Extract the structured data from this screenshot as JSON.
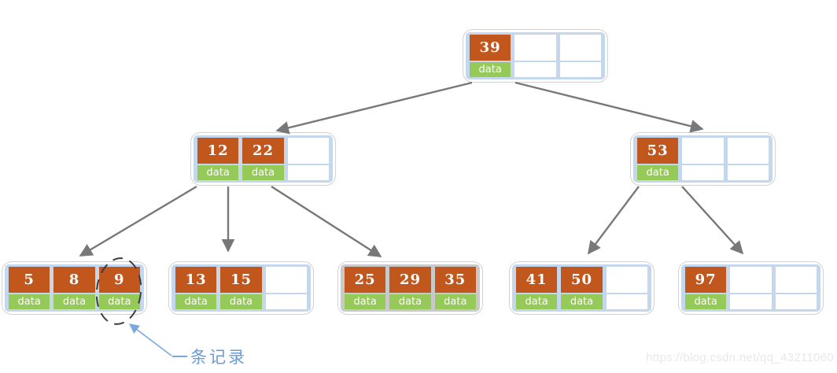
{
  "labels": {
    "data": "data",
    "annotation": "一条记录"
  },
  "watermark": "https://blog.csdn.net/qq_43211060",
  "nodes": {
    "root": {
      "keys": [
        "39"
      ],
      "capacity": 3
    },
    "l2_left": {
      "keys": [
        "12",
        "22"
      ],
      "capacity": 3
    },
    "l2_right": {
      "keys": [
        "53"
      ],
      "capacity": 3
    },
    "leaf1": {
      "keys": [
        "5",
        "8",
        "9"
      ],
      "capacity": 3
    },
    "leaf2": {
      "keys": [
        "13",
        "15"
      ],
      "capacity": 3
    },
    "leaf3": {
      "keys": [
        "25",
        "29",
        "35"
      ],
      "capacity": 3
    },
    "leaf4": {
      "keys": [
        "41",
        "50"
      ],
      "capacity": 3
    },
    "leaf5": {
      "keys": [
        "97"
      ],
      "capacity": 3
    }
  },
  "edges": [
    {
      "from": "root",
      "to": "l2_left"
    },
    {
      "from": "root",
      "to": "l2_right"
    },
    {
      "from": "l2_left",
      "to": "leaf1"
    },
    {
      "from": "l2_left",
      "to": "leaf2"
    },
    {
      "from": "l2_left",
      "to": "leaf3"
    },
    {
      "from": "l2_right",
      "to": "leaf4"
    },
    {
      "from": "l2_right",
      "to": "leaf5"
    }
  ],
  "highlight": {
    "target": "leaf1 key 9 record",
    "style": "dashed-ellipse"
  },
  "colors": {
    "key_bg": "#c2571d",
    "data_bg": "#95c958",
    "node_strip_blue": "#c5d7ec",
    "node_strip_gray": "#c9c9c9",
    "node_border": "#d2d2d2",
    "edge_gray": "#787878",
    "annotation_blue": "#6b9bd2",
    "watermark_gray": "#e8e8e8"
  }
}
